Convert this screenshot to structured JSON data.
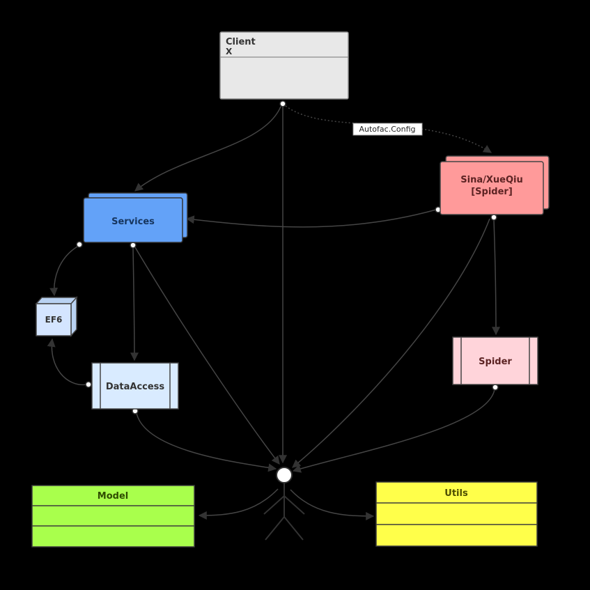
{
  "diagram": {
    "background_color": "#000000",
    "edge_color": "#454545",
    "arrow_color": "#333333",
    "port": {
      "fill": "#ffffff",
      "stroke": "#333333"
    },
    "edge_labels": {
      "autofac": "Autofac.Config"
    },
    "nodes": {
      "client": {
        "title": "Client",
        "stereotype": "X",
        "fill": "#e8e8e8",
        "border": "#8a8a8a",
        "text_color": "#333333"
      },
      "services": {
        "label": "Services",
        "fill": "#63a2f8",
        "border": "#333333",
        "text_color": "#16355e"
      },
      "sina_spider": {
        "line1": "Sina/XueQiu",
        "line2": "[Spider]",
        "fill": "#ff9a9a",
        "border": "#444444",
        "text_color": "#5c2323"
      },
      "ef6": {
        "label": "EF6",
        "fill": "#d4e5ff",
        "side_fill": "#b9d2f2",
        "border": "#444444",
        "text_color": "#333333"
      },
      "dataaccess": {
        "label": "DataAccess",
        "fill": "#d9ebff",
        "border": "#444444",
        "text_color": "#333333"
      },
      "spider": {
        "label": "Spider",
        "fill": "#ffd4da",
        "border": "#444444",
        "text_color": "#5c2323"
      },
      "model": {
        "label": "Model",
        "fill": "#a9ff4c",
        "border": "#3c3c3c",
        "text_color": "#2f4d00"
      },
      "utils": {
        "label": "Utils",
        "fill": "#ffff4a",
        "border": "#3c3c3c",
        "text_color": "#4d4d00"
      }
    },
    "actor": {
      "fill": "#ffffff",
      "stroke": "#333333"
    },
    "label_box": {
      "fill": "#ffffff",
      "border": "#999999",
      "text_color": "#222222"
    }
  }
}
